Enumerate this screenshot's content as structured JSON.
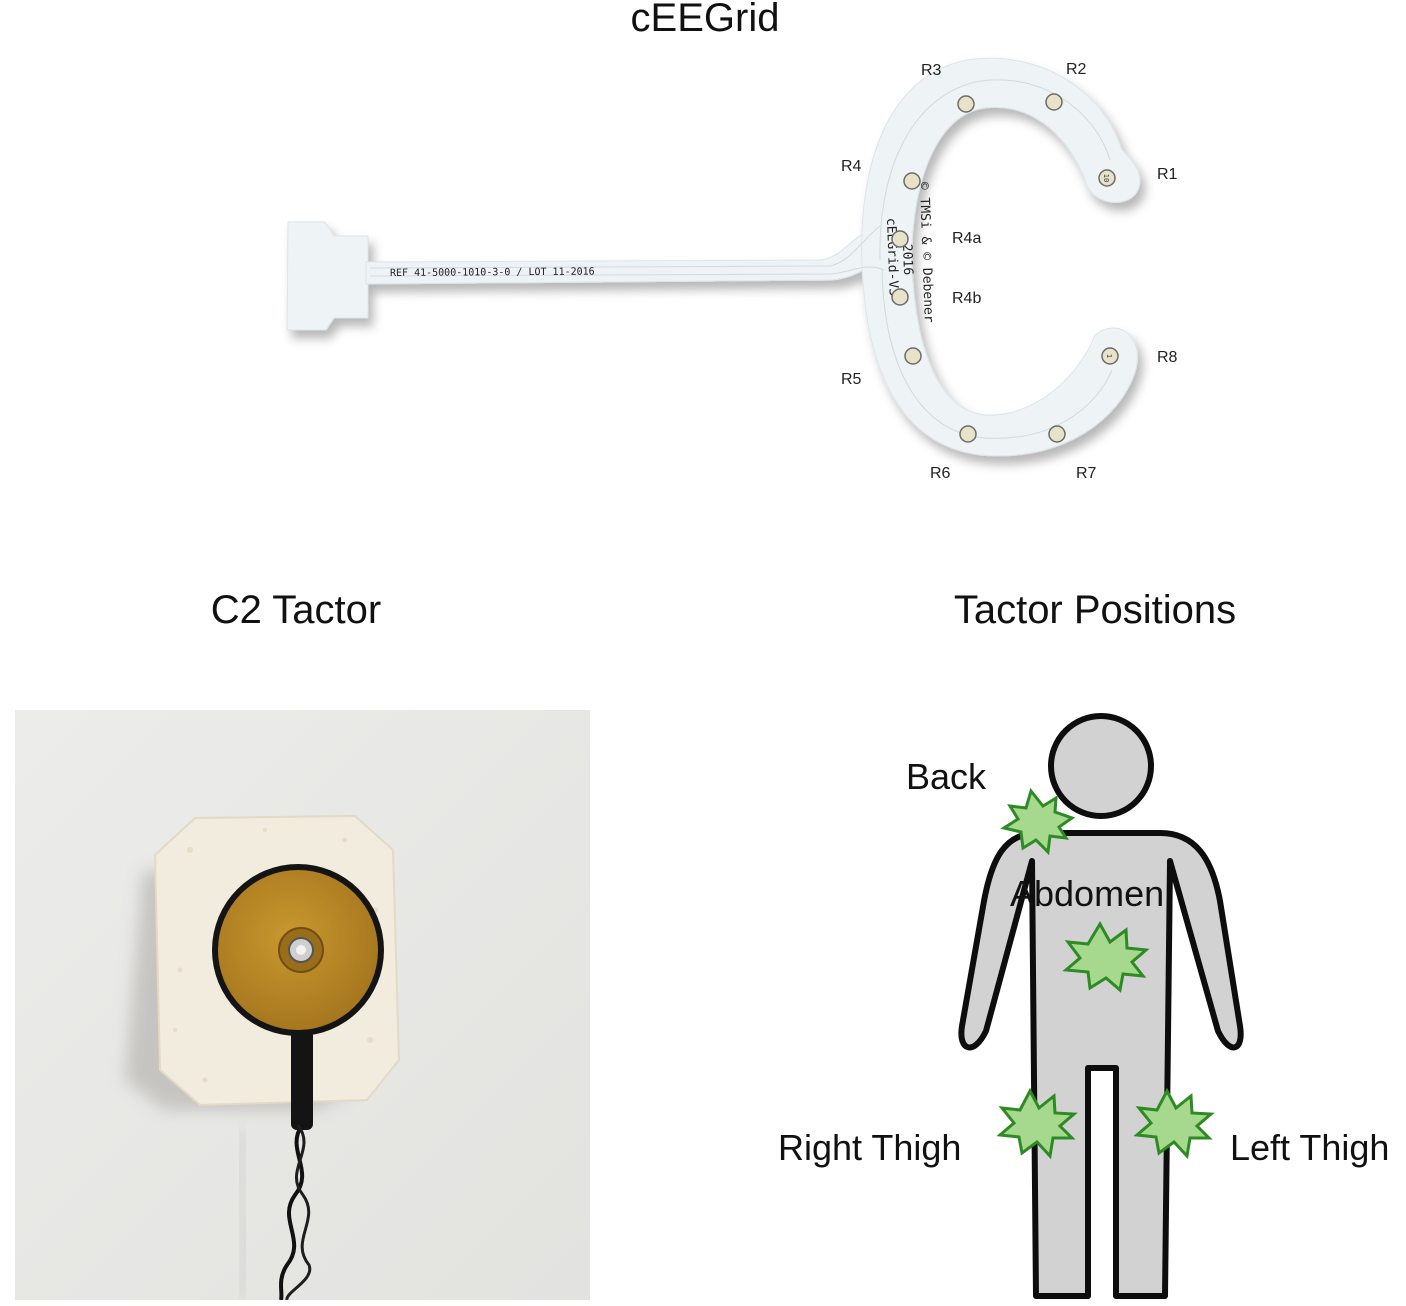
{
  "titles": {
    "ceegrid": "cEEGrid",
    "tactor": "C2 Tactor",
    "positions": "Tactor Positions"
  },
  "ceegrid": {
    "ref_text": "REF 41-5000-1010-3-0 / LOT 11-2016",
    "copyright_line1": "© TMSi & © Debener",
    "copyright_line2": "2016",
    "copyright_line3": "cEEGrid-V3",
    "pin_top": "10",
    "pin_bottom": "1",
    "electrodes": {
      "r1": "R1",
      "r2": "R2",
      "r3": "R3",
      "r4": "R4",
      "r4a": "R4a",
      "r4b": "R4b",
      "r5": "R5",
      "r6": "R6",
      "r7": "R7",
      "r8": "R8"
    }
  },
  "body_positions": {
    "back": "Back",
    "abdomen": "Abdomen",
    "right_thigh": "Right Thigh",
    "left_thigh": "Left Thigh"
  },
  "colors": {
    "burst_fill": "#a6d88e",
    "burst_stroke": "#2e8b24",
    "body_fill": "#d3d2d3",
    "tactor_disc": "#b8862a",
    "foam": "#f2ecdf"
  }
}
